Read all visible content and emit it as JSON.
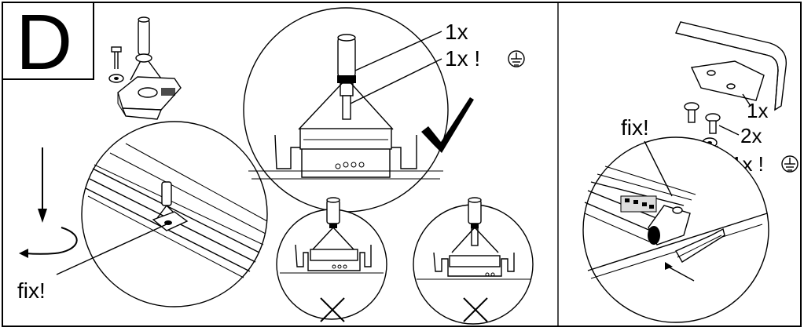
{
  "step": {
    "letter": "D"
  },
  "callouts": {
    "top_circle_qty1": "1x",
    "top_circle_qty2": "1x !",
    "left_fix": "fix!",
    "right_fix": "fix!",
    "right_qty1": "1x",
    "right_qty2": "2x",
    "right_qty3": "1x !"
  },
  "icons": {
    "earth": "earth-ground-symbol",
    "ok": "checkmark-icon",
    "wrong": "cross-mark-icon"
  },
  "colors": {
    "ink": "#000000",
    "paper": "#ffffff"
  }
}
